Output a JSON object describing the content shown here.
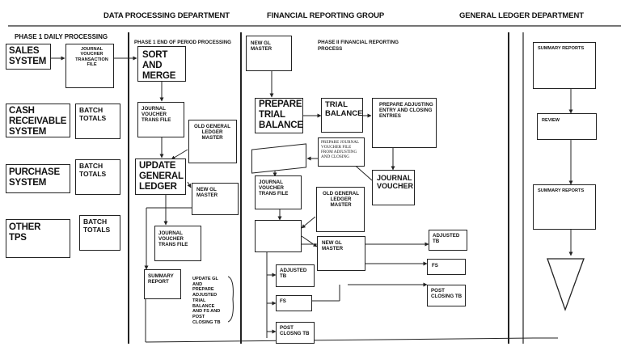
{
  "headers": {
    "data_processing": "DATA PROCESSING DEPARTMENT",
    "financial_reporting": "FINANCIAL REPORTING GROUP",
    "general_ledger": "GENERAL LEDGER DEPARTMENT"
  },
  "sections": {
    "phase1_daily": "PHASE 1 DAILY PROCESSING",
    "phase1_end": "PHASE 1 END OF PERIOD PROCESSING",
    "phase2": "PHASE II FINANCIAL REPORTING\nPROCESS"
  },
  "phase1_daily": {
    "sales_system": "SALES\nSYSTEM",
    "journal_voucher_file": "JOURNAL\nVOUCHER\nTRANSACTION FILE",
    "cash_receivable": "CASH\nRECEIVABLE\nSYSTEM",
    "batch_totals_1": "BATCH\nTOTALS",
    "purchase_system": "PURCHASE\nSYSTEM",
    "batch_totals_2": "BATCH\nTOTALS",
    "other_tps": "OTHER\nTPS",
    "batch_totals_3": "BATCH\nTOTALS"
  },
  "phase1_end": {
    "sort_merge": "SORT AND\nMERGE",
    "jv_trans_file": "JOURNAL\nVOUCHER\nTRANS FILE",
    "old_gl_master": "OLD GENERAL\nLEDGER\nMASTER",
    "update_gl": "UPDATE\nGENERAL\nLEDGER",
    "new_gl_master": "NEW GL\nMASTER",
    "jv_trans_file_2": "JOURNAL\nVOUCHER\nTRANS FILE",
    "summary_report": "SUMMARY\nREPORT",
    "update_note": "UPDATE GL\nAND\nPREPARE\nADJUSTED\nTRIAL\nBALANCE\nAND FS AND\nPOST\nCLOSING TB"
  },
  "phase2": {
    "new_gl_master": "NEW GL\nMASTER",
    "prepare_tb": "PREPARE\nTRIAL\nBALANCE",
    "trial_balance": "TRIAL\nBALANCE",
    "prepare_adjusting": "PREPARE ADJUSTING\nENTRY AND CLOSING\nENTRIES",
    "prepare_jv_file": "PREPARE JOURNAL\nVOUCHER FILE\nFROM ADJUSTING\nAND CLOSING",
    "journal_voucher": "JOURNAL\nVOUCHER",
    "jv_trans_file": "JOURNAL\nVOUCHER\nTRANS FILE",
    "old_gl_master": "OLD GENERAL\nLEDGER\nMASTER",
    "new_gl_master_2": "NEW GL\nMASTER",
    "adjusted_tb_1": "ADJUSTED\nTB",
    "fs_1": "FS",
    "post_closing_tb_1": "POST\nCLOSNG TB",
    "adjusted_tb_2": "ADJUSTED\nTB",
    "fs_2": "FS",
    "post_closing_tb_2": "POST\nCLOSING TB"
  },
  "gl_dept": {
    "summary_reports_1": "SUMMARY REPORTS",
    "review": "REVIEW",
    "summary_reports_2": "SUMMARY REPORTS"
  }
}
